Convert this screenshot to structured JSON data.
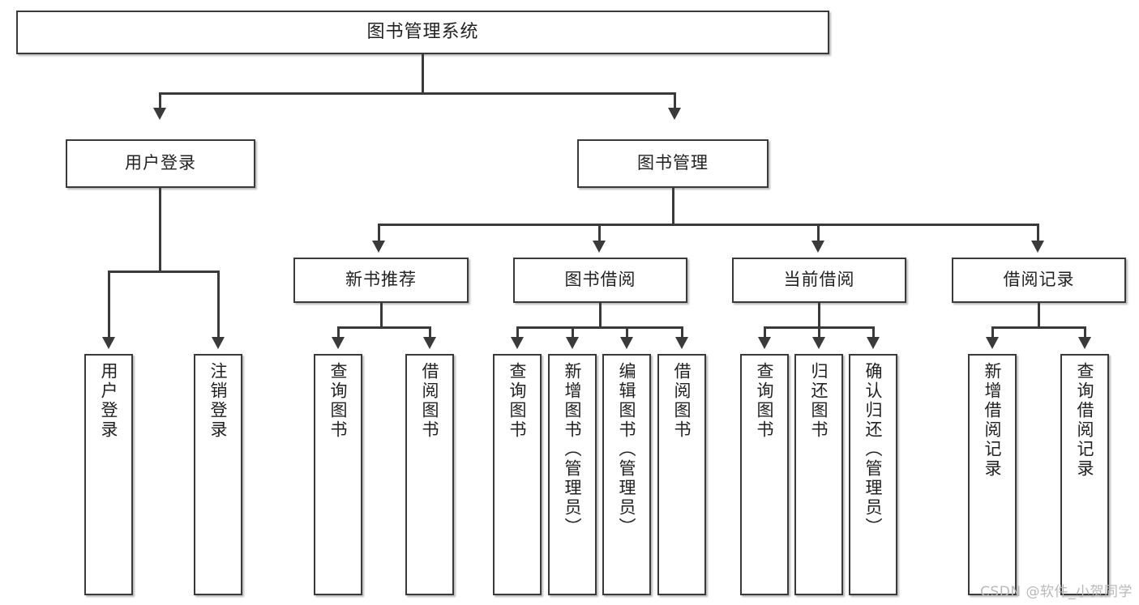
{
  "diagram": {
    "title": "图书管理系统",
    "type": "hierarchy-tree",
    "watermark": "CSDN @软件_小贺同学",
    "colors": {
      "stroke": "#3a3a3a",
      "fill": "#ffffff",
      "text": "#222222",
      "watermark": "#b9b9b9"
    },
    "root": {
      "label": "图书管理系统"
    },
    "level2": [
      {
        "label": "用户登录"
      },
      {
        "label": "图书管理"
      }
    ],
    "level3": [
      {
        "label": "新书推荐"
      },
      {
        "label": "图书借阅"
      },
      {
        "label": "当前借阅"
      },
      {
        "label": "借阅记录"
      }
    ],
    "leaves": {
      "user_login": [
        {
          "label": "用户登录"
        },
        {
          "label": "注销登录"
        }
      ],
      "new_book": [
        {
          "label": "查询图书"
        },
        {
          "label": "借阅图书"
        }
      ],
      "book_borrow": [
        {
          "label": "查询图书"
        },
        {
          "label": "新增图书（管理员）"
        },
        {
          "label": "编辑图书（管理员）"
        },
        {
          "label": "借阅图书"
        }
      ],
      "current_borrow": [
        {
          "label": "查询图书"
        },
        {
          "label": "归还图书"
        },
        {
          "label": "确认归还（管理员）"
        }
      ],
      "borrow_record": [
        {
          "label": "新增借阅记录"
        },
        {
          "label": "查询借阅记录"
        }
      ]
    }
  }
}
